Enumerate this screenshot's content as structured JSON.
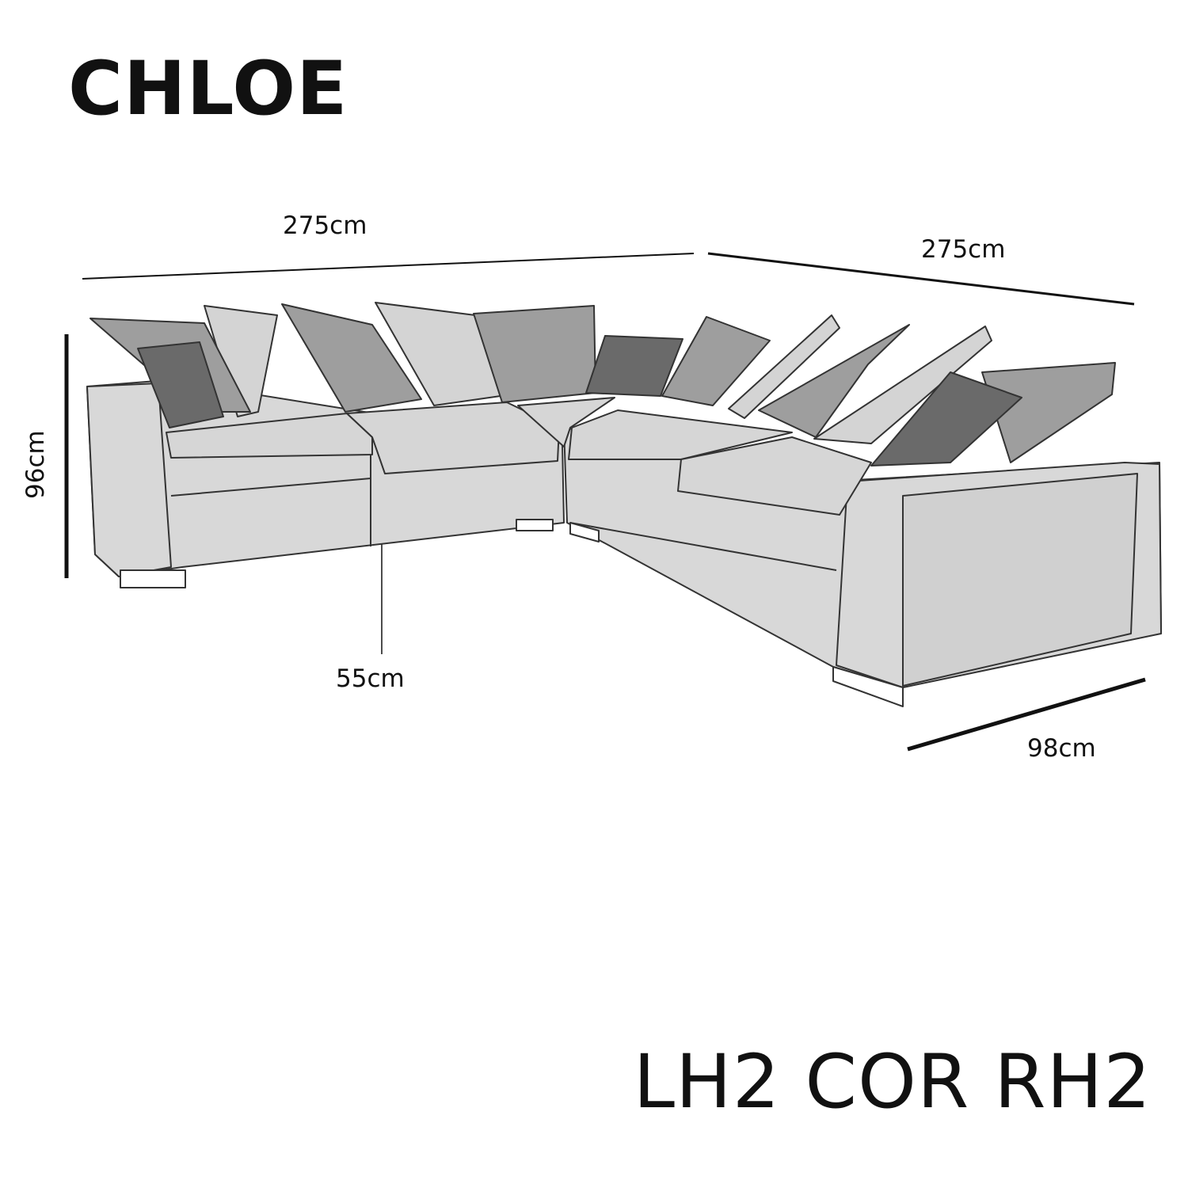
{
  "product": {
    "name": "CHLOE",
    "configuration": "LH2 COR RH2"
  },
  "dimensions": {
    "width_left": "275cm",
    "width_right": "275cm",
    "height": "96cm",
    "seat_height": "55cm",
    "depth": "98cm"
  },
  "colors": {
    "outline": "#333333",
    "body_fill": "#d8d8d8",
    "cushion_light": "#d4d4d4",
    "cushion_mid": "#9e9e9e",
    "cushion_dark": "#6a6a6a",
    "dimension_line": "#111111"
  }
}
